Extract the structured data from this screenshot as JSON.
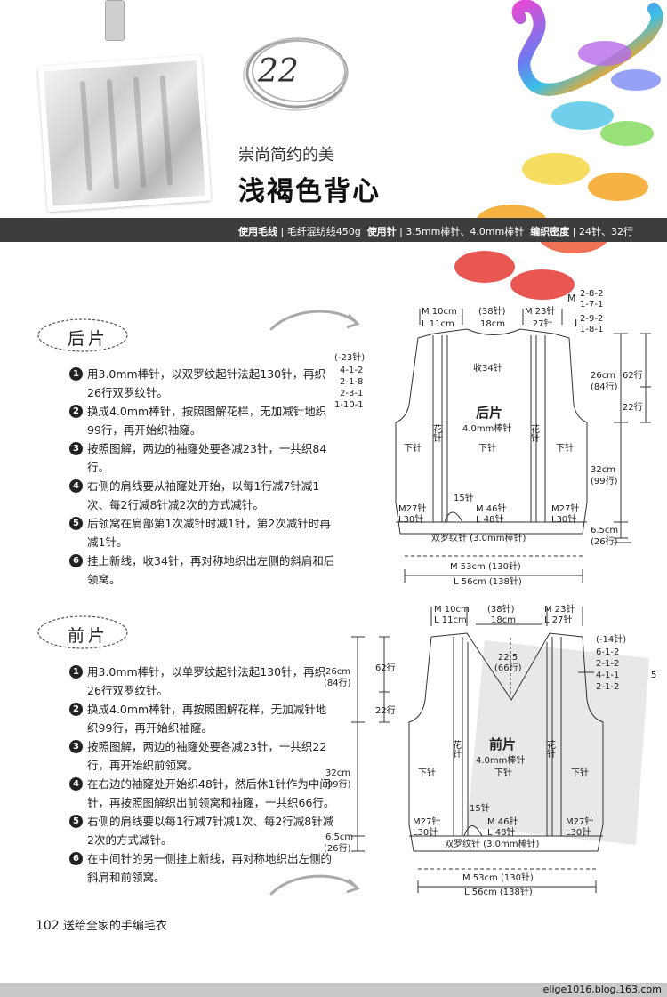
{
  "header": {
    "number": "22",
    "subtitle": "崇尚简约的美",
    "title": "浅褐色背心"
  },
  "materials": {
    "yarn_label": "使用毛线",
    "yarn_value": "毛纤混纺线450g",
    "needle_label": "使用针",
    "needle_value": "3.5mm棒针、4.0mm棒针",
    "gauge_label": "编织密度",
    "gauge_value": "24针、32行"
  },
  "back": {
    "section_title": "后片",
    "steps": [
      {
        "no": "1",
        "text": "用3.0mm棒针，以双罗纹起针法起130针，再织26行双罗纹针。"
      },
      {
        "no": "2",
        "text": "换成4.0mm棒针，按照图解花样，无加减针地织99行，再开始织袖窿。"
      },
      {
        "no": "3",
        "text": "按照图解，两边的袖窿处要各减23针，一共织84行。"
      },
      {
        "no": "4",
        "text": "右侧的肩线要从袖窿处开始，以每1行减7针减1次、每2行减8针减2次的方式减针。"
      },
      {
        "no": "5",
        "text": "后领窝在肩部第1次减针时减1针，第2次减针时再减1针。"
      },
      {
        "no": "6",
        "text": "挂上新线，收34针，再对称地织出左侧的斜肩和后领窝。"
      }
    ],
    "diagram": {
      "panel_name": "后片",
      "needle": "4.0mm棒针",
      "stitch_main": "下针",
      "stitch_pattern": "花针",
      "bind_off": "收34针",
      "top_left_m": "M 10cm",
      "top_left_l": "L 11cm",
      "top_mid": "(38针)",
      "top_mid_cm": "18cm",
      "top_right_m": "M 23针",
      "top_right_l": "L 27针",
      "right_notes": [
        "2-8-2",
        "1-7-1",
        "2-9-2",
        "1-8-1"
      ],
      "right_m": "M",
      "right_l": "L",
      "left_notes": [
        "(-23针)",
        "4-1-2",
        "2-1-8",
        "2-3-1",
        "1-10-1"
      ],
      "armhole_h": "26cm",
      "armhole_rows": "(84行)",
      "upper_rows": "62行",
      "lower_rows": "22行",
      "body_h": "32cm",
      "body_rows": "(99行)",
      "rib_h": "6.5cm",
      "rib_rows": "(26行)",
      "side_m": "M27针",
      "side_l": "L30针",
      "center_m": "M 46针",
      "center_l": "L 48针",
      "center_15": "15针",
      "rib_label": "双罗纹针 (3.0mm棒针)",
      "width_m": "M 53cm (130针)",
      "width_l": "L 56cm (138针)"
    }
  },
  "front": {
    "section_title": "前片",
    "steps": [
      {
        "no": "1",
        "text": "用3.0mm棒针，以单罗纹起针法起130针，再织26行双罗纹针。"
      },
      {
        "no": "2",
        "text": "换成4.0mm棒针，再按照图解花样，无加减针地织99行，再开始织袖窿。"
      },
      {
        "no": "3",
        "text": "按照图解，两边的袖窿处要各减23针，一共织22行，再开始织前领窝。"
      },
      {
        "no": "4",
        "text": "在右边的袖窿处开始织48针，然后休1针作为中间针，再按照图解织出前领窝和袖窿，一共织66行。"
      },
      {
        "no": "5",
        "text": "右侧的肩线要以每1行减7针减1次、每2行减8针减2次的方式减针。"
      },
      {
        "no": "6",
        "text": "在中间针的另一侧挂上新线，再对称地织出左侧的斜肩和前领窝。"
      }
    ],
    "diagram": {
      "panel_name": "前片",
      "needle": "4.0mm棒针",
      "stitch_main": "下针",
      "stitch_pattern": "花针",
      "top_left_m": "M 10cm",
      "top_left_l": "L 11cm",
      "top_mid": "(38针)",
      "top_mid_cm": "18cm",
      "top_right_m": "M 23针",
      "top_right_l": "L 27针",
      "neck_h": "22.5",
      "neck_rows": "(66行)",
      "right_notes": [
        "(-14针)",
        "6-1-2",
        "2-1-2",
        "4-1-1",
        "2-1-2"
      ],
      "right_5": "5",
      "armhole_h": "26cm",
      "armhole_rows": "(84行)",
      "upper_rows": "62行",
      "lower_rows": "22行",
      "body_h": "32cm",
      "body_rows": "(99行)",
      "rib_h": "6.5cm",
      "rib_rows": "(26行)",
      "side_m": "M27针",
      "side_l": "L30针",
      "center_m": "M 46针",
      "center_l": "L 48针",
      "center_15": "15针",
      "rib_label": "双罗纹针 (3.0mm棒针)",
      "width_m": "M 53cm (130针)",
      "width_l": "L 56cm (138针)"
    }
  },
  "footer": {
    "page": "102",
    "book": "送给全家的手编毛衣",
    "url": "elige1016.blog.163.com"
  }
}
